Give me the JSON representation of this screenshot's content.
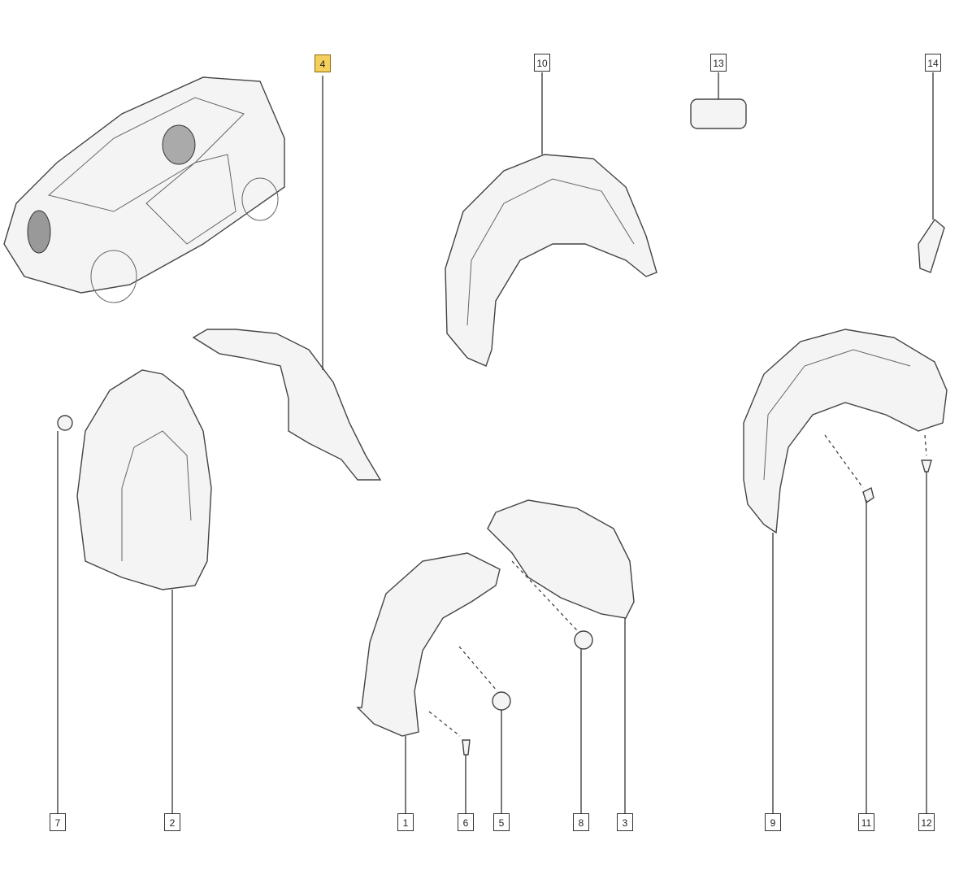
{
  "diagram": {
    "type": "exploded parts diagram - wheel arch liners",
    "highlight_color": "#f5cf5c",
    "callouts": [
      {
        "id": "4",
        "highlighted": true
      },
      {
        "id": "10",
        "highlighted": false
      },
      {
        "id": "13",
        "highlighted": false
      },
      {
        "id": "14",
        "highlighted": false
      },
      {
        "id": "7",
        "highlighted": false
      },
      {
        "id": "2",
        "highlighted": false
      },
      {
        "id": "1",
        "highlighted": false
      },
      {
        "id": "6",
        "highlighted": false
      },
      {
        "id": "5",
        "highlighted": false
      },
      {
        "id": "8",
        "highlighted": false
      },
      {
        "id": "3",
        "highlighted": false
      },
      {
        "id": "9",
        "highlighted": false
      },
      {
        "id": "11",
        "highlighted": false
      },
      {
        "id": "12",
        "highlighted": false
      }
    ]
  }
}
